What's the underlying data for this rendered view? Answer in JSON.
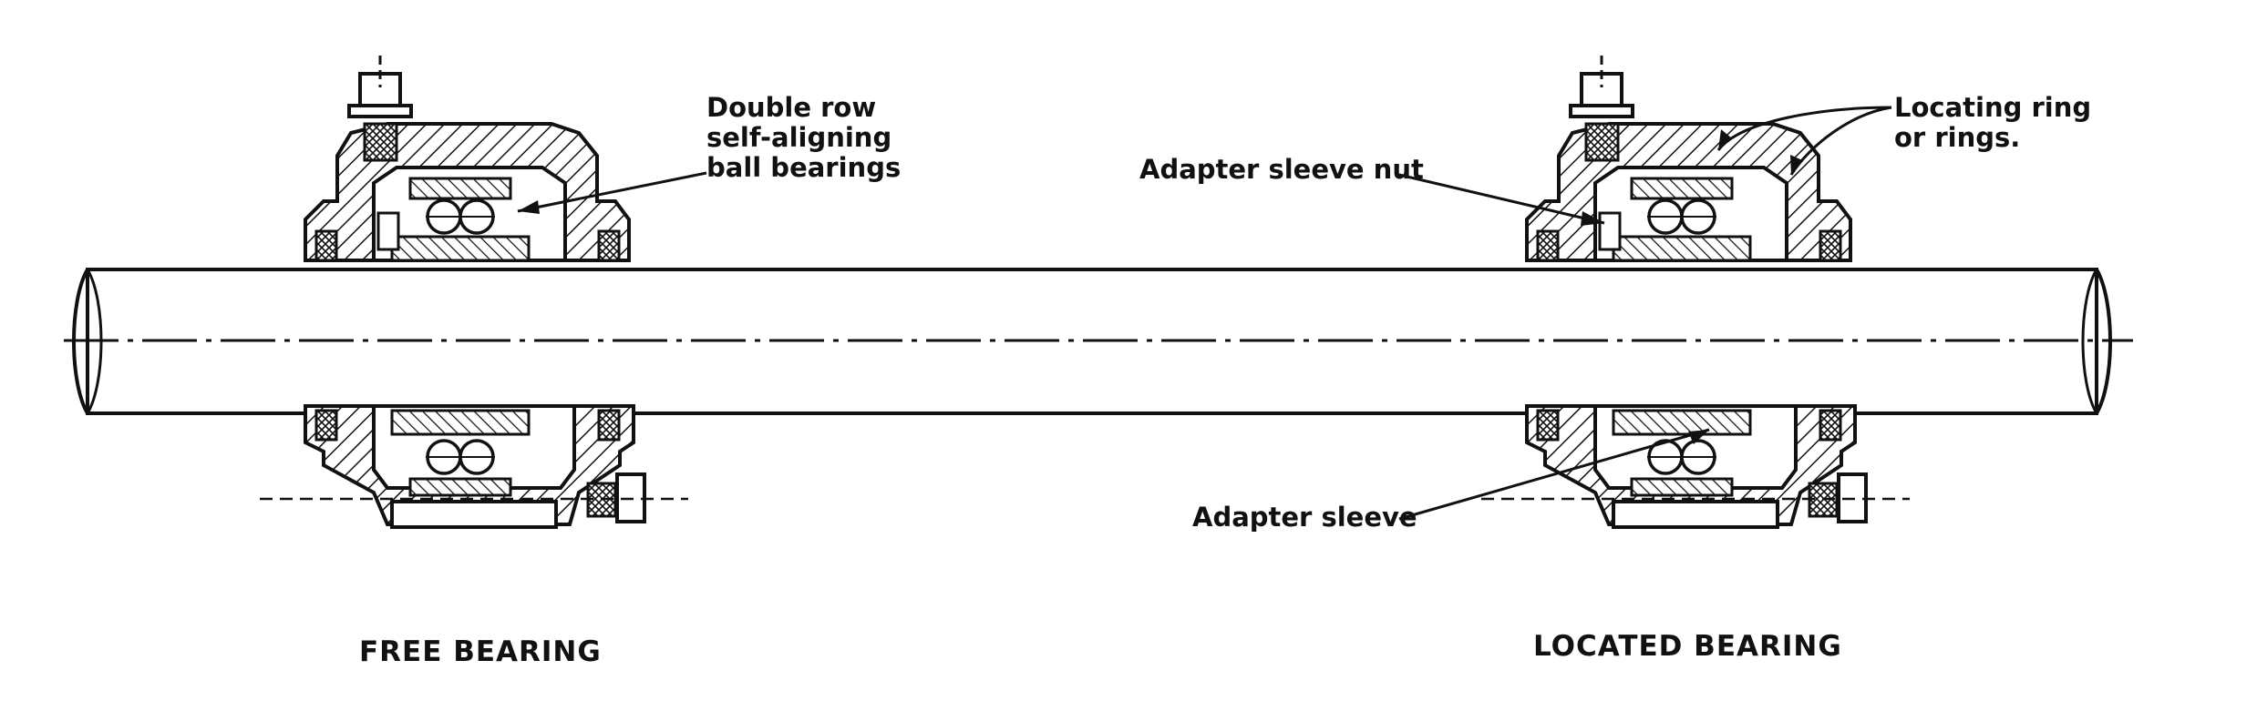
{
  "labels": {
    "double_row_line1": "Double row",
    "double_row_line2": "self-aligning",
    "double_row_line3": "ball bearings",
    "adapter_sleeve_nut": "Adapter sleeve nut",
    "locating_ring_line1": "Locating ring",
    "locating_ring_line2": "or rings.",
    "adapter_sleeve": "Adapter sleeve"
  },
  "captions": {
    "free_bearing": "FREE BEARING",
    "located_bearing": "LOCATED BEARING"
  },
  "colors": {
    "ink": "#111111",
    "paper": "#ffffff"
  }
}
